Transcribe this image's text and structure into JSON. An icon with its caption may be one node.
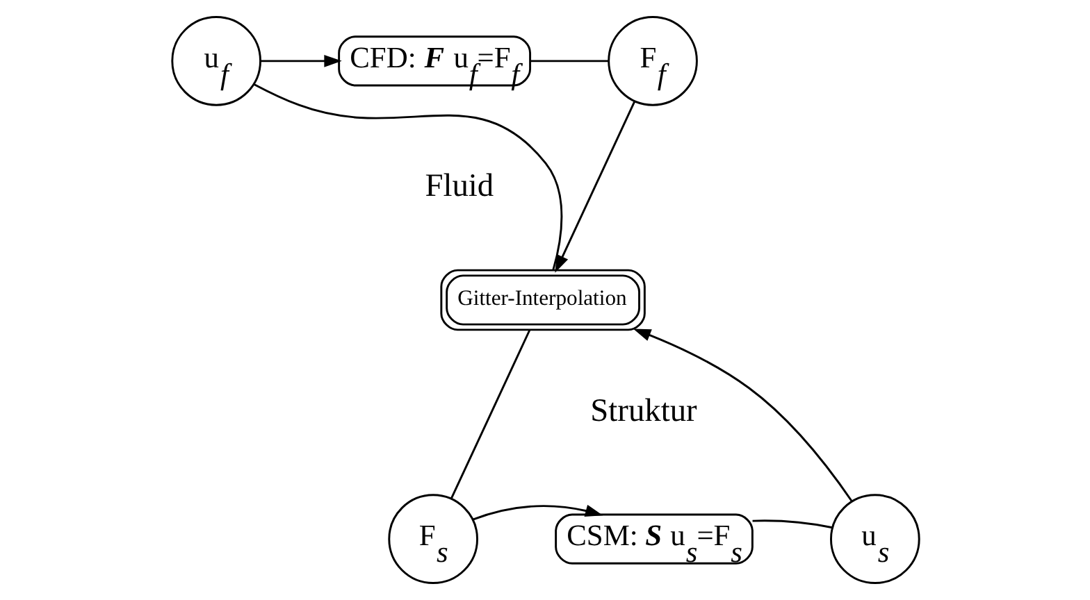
{
  "diagram": {
    "nodes": [
      {
        "text": [
          "CFD: **F** u$_{f}$=F$_{f}$"
        ]
      },
      {
        "text": [
          "F$_{f}$"
        ]
      },
      {
        "text": [
          "Gitter-Interpolation"
        ]
      },
      {
        "text": [
          "F$_{s}$"
        ]
      },
      {
        "text": [
          "CSM: **S** u$_{s}$=F$_{s}$"
        ]
      },
      {
        "text": [
          "u$_{s}$"
        ]
      },
      {
        "text": [
          "u$_{f}$"
        ]
      }
    ],
    "edges": [
      {
        "from": 6,
        "to": 0,
        "arrow": "to"
      },
      {
        "from": 0,
        "to": 1,
        "arrow": "none"
      },
      {
        "from": 1,
        "to": 2,
        "arrow": "to"
      },
      {
        "from": 2,
        "to": 3,
        "arrow": "none"
      },
      {
        "from": 3,
        "to": 4,
        "arrow": "to"
      },
      {
        "from": 4,
        "to": 5,
        "arrow": "none"
      },
      {
        "from": 5,
        "to": 2,
        "arrow": "to"
      },
      {
        "from": 2,
        "to": 6,
        "arrow": "none"
      }
    ],
    "labels": [
      "Fluid",
      "Struktur"
    ]
  }
}
